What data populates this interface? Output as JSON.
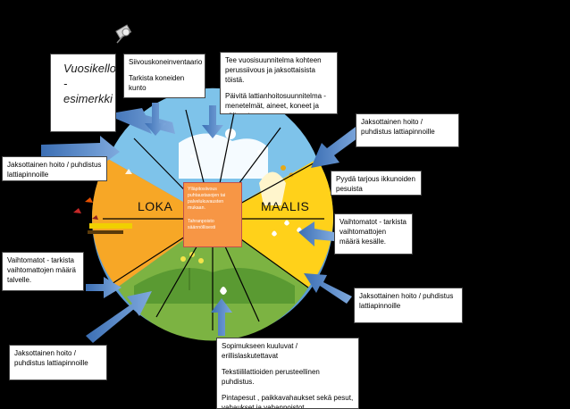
{
  "title": "Vuosikello - esimerkki",
  "seasons": {
    "left": "LOKA",
    "right": "MAALIS"
  },
  "center": {
    "line1": "Ylläpitosiivous puhtaustasojen tai palvelukuvausten mukaan.",
    "line2": "Tahranpoisto säännöllisesti"
  },
  "boxes": {
    "siivous": {
      "p1": "Siivouskoneinventaario",
      "p2": "Tarkista koneiden kunto"
    },
    "vuosi": {
      "p1": "Tee vuosisuunnitelma kohteen perussiivous ja jaksottaisista töistä.",
      "p2": "Päivitä lattianhoitosuunnitelma - menetelmät, aineet, koneet ja välineet"
    },
    "right1": {
      "p1": "Jaksottainen hoito / puhdistus lattiapinnoille"
    },
    "right2": {
      "p1": "Pyydä tarjous ikkunoiden pesuista"
    },
    "right3": {
      "p1": "Vaihtomatot - tarkista vaihtomattojen määrä kesälle."
    },
    "right4": {
      "p1": "Jaksottainen hoito / puhdistus lattiapinnoille"
    },
    "bottom": {
      "p1": "Sopimukseen kuuluvat / erillislaskutettavat",
      "p2": "Tekstiililattioiden perusteellinen puhdistus.",
      "p3": "Pintapesut , paikkavahaukset sekä pesut, vahaukset ja vahanpoistot."
    },
    "left1": {
      "p1": "Jaksottainen hoito / puhdistus lattiapinnoille"
    },
    "left2": {
      "p1": "Vaihtomatot - tarkista vaihtomattojen määrä talvelle."
    },
    "left3": {
      "p1": "Jaksottainen hoito / puhdistus lattiapinnoille"
    }
  },
  "colors": {
    "winter": "#7ec3ea",
    "spring": "#ffd11a",
    "summer": "#7cb342",
    "autumn": "#f7a726",
    "rim": "#5b9bd5",
    "arrow": "#4f81bd",
    "center": "#f79645"
  }
}
